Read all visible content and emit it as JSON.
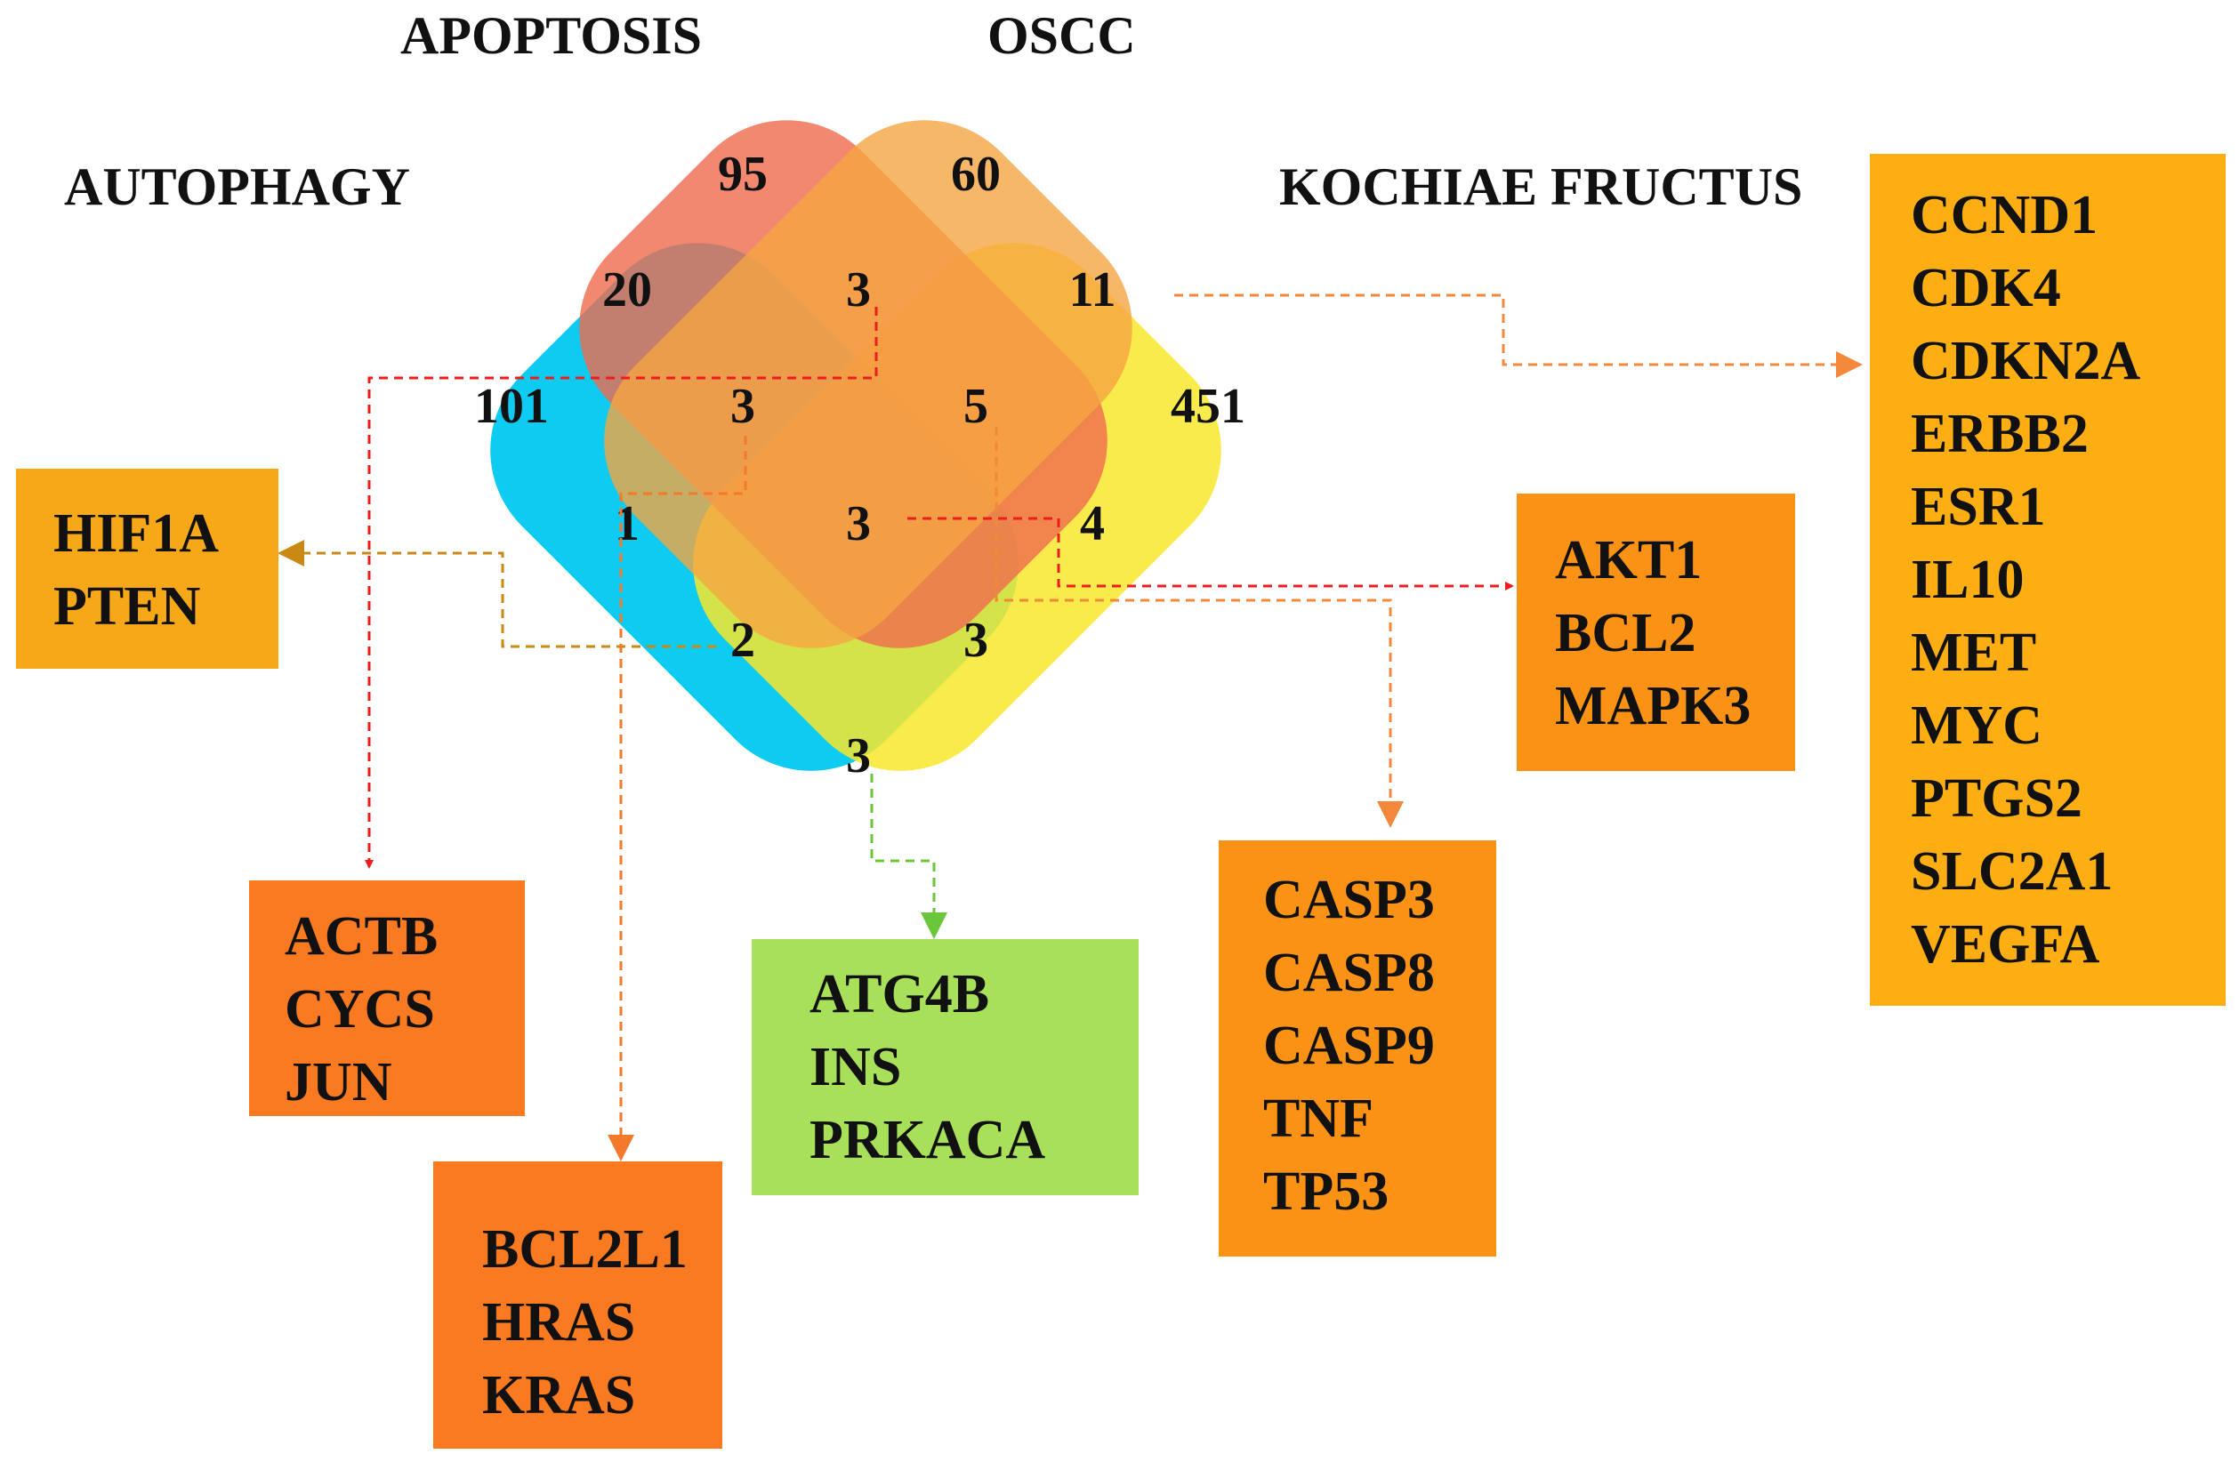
{
  "sets": {
    "autophagy": {
      "label": "AUTOPHAGY",
      "color": "#00c8f0"
    },
    "apoptosis": {
      "label": "APOPTOSIS",
      "color": "#f06a4e"
    },
    "oscc": {
      "label": "OSCC",
      "color": "#f5a542"
    },
    "kochiae": {
      "label": "KOCHIAE FRUCTUS",
      "color": "#f8e82c"
    }
  },
  "regions": {
    "autophagy_only": "101",
    "apoptosis_only": "95",
    "oscc_only": "60",
    "kochiae_only": "451",
    "aut_apo": "20",
    "apo_oscc": "3",
    "oscc_koc": "11",
    "aut_apo_oscc": "3",
    "apo_oscc_koc": "5",
    "aut_oscc": "1",
    "all_four": "3",
    "apo_koc": "4",
    "aut_oscc_koc": "2",
    "aut_apo_koc": "3",
    "aut_koc": "3"
  },
  "gene_boxes": {
    "hif1a_box": {
      "genes": [
        "HIF1A",
        "PTEN"
      ],
      "color": "#f7a818"
    },
    "actb_box": {
      "genes": [
        "ACTB",
        "CYCS",
        "JUN"
      ],
      "color": "#f97a20"
    },
    "bcl2l1_box": {
      "genes": [
        "BCL2L1",
        "HRAS",
        "KRAS"
      ],
      "color": "#f97a20"
    },
    "atg4b_box": {
      "genes": [
        "ATG4B",
        "INS",
        "PRKACA"
      ],
      "color": "#a8e05a"
    },
    "casp_box": {
      "genes": [
        "CASP3",
        "CASP8",
        "CASP9",
        "TNF",
        "TP53"
      ],
      "color": "#fa9215"
    },
    "akt1_box": {
      "genes": [
        "AKT1",
        "BCL2",
        "MAPK3"
      ],
      "color": "#fa9215"
    },
    "ccnd1_box": {
      "genes": [
        "CCND1",
        "CDK4",
        "CDKN2A",
        "ERBB2",
        "ESR1",
        "IL10",
        "MET",
        "MYC",
        "PTGS2",
        "SLC2A1",
        "VEGFA"
      ],
      "color": "#fcae12"
    }
  }
}
